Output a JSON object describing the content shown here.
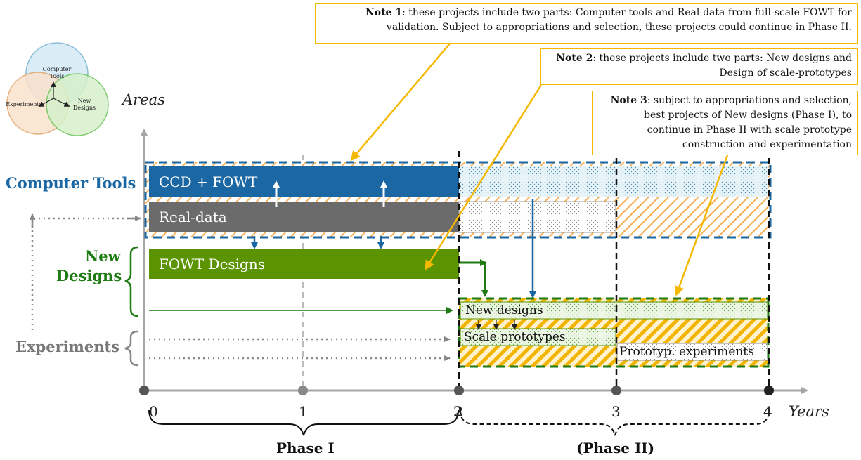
{
  "venn": {
    "circle_a": "Computer Tools",
    "circle_b": "Experiments",
    "circle_c": "New Designs"
  },
  "axes": {
    "y_label": "Areas",
    "x_label": "Years",
    "ticks": [
      "0",
      "1",
      "2",
      "3",
      "4"
    ]
  },
  "categories": {
    "computer_tools": "Computer Tools",
    "new_designs_line1": "New",
    "new_designs_line2": "Designs",
    "experiments": "Experiments"
  },
  "bars": {
    "ccd": "CCD + FOWT",
    "real_data": "Real-data",
    "fowt_designs": "FOWT Designs",
    "new_designs": "New designs",
    "scale_prototypes": "Scale prototypes",
    "prototyp_experiments": "Prototyp. experiments"
  },
  "notes": {
    "note1_title": "Note 1",
    "note1_line1": ": these projects include two parts: Computer tools and Real-data from full-scale FOWT for",
    "note1_line2": "validation. Subject to appropriations and selection, these projects could continue in Phase II.",
    "note2_title": "Note 2",
    "note2_line1": ": these projects include two parts: New designs and",
    "note2_line2": "Design of scale-prototypes",
    "note3_title": "Note 3",
    "note3_line1": ": subject to appropriations and selection,",
    "note3_line2": "best projects of New designs (Phase I), to",
    "note3_line3": "continue in Phase II with scale prototype",
    "note3_line4": "construction and experimentation"
  },
  "phases": {
    "phase1": "Phase I",
    "phase2": "(Phase II)"
  },
  "colors": {
    "blue": "#1a67a3",
    "gray": "#6b6b6b",
    "green": "#5b9400",
    "dark_green": "#1e7a12",
    "orange": "#f5b800",
    "hatch": "#f6a94a"
  }
}
